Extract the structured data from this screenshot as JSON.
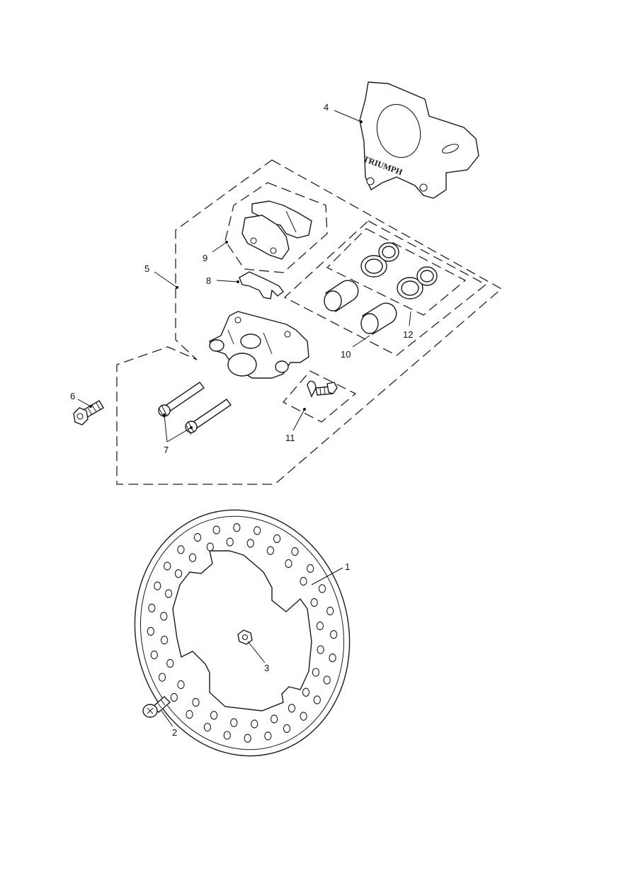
{
  "diagram": {
    "background": "#ffffff",
    "line_color": "#1a1a1a",
    "callouts": {
      "c1": "1",
      "c2": "2",
      "c3": "3",
      "c4": "4",
      "c5": "5",
      "c6": "6",
      "c7": "7",
      "c8": "8",
      "c9": "9",
      "c10": "10",
      "c11": "11",
      "c12": "12"
    },
    "bracket_logo": "TRIUMPH"
  }
}
